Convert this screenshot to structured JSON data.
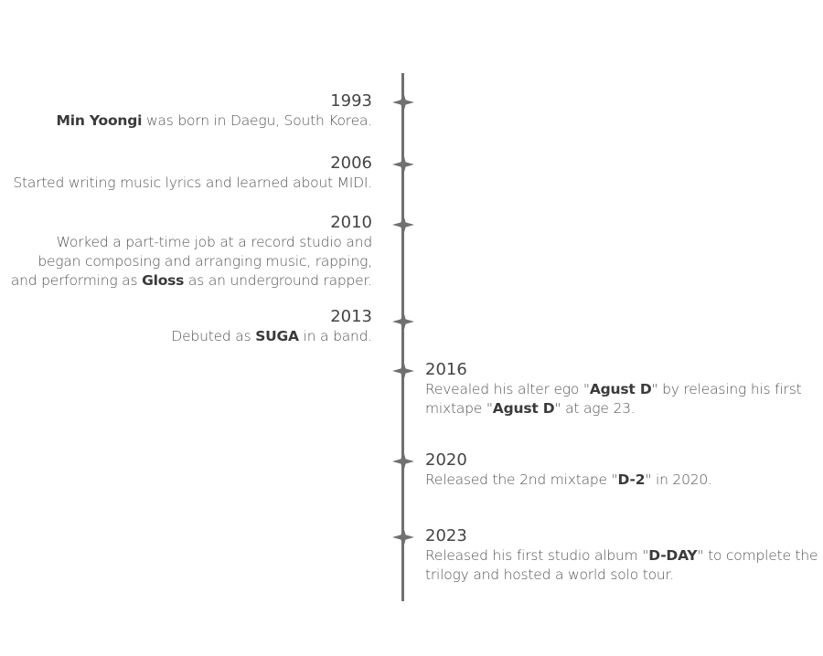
{
  "events": [
    {
      "year": "1993",
      "lines": [
        [
          {
            "text": "Min Yoongi",
            "bold": true
          },
          {
            "text": " was born in Daegu, South Korea.",
            "bold": false
          }
        ]
      ]
    },
    {
      "year": "2006",
      "lines": [
        [
          {
            "text": "Started writing music lyrics and learned about MIDI.",
            "bold": false
          }
        ]
      ]
    },
    {
      "year": "2010",
      "lines": [
        [
          {
            "text": "Worked a part-time job at a record studio and ",
            "bold": false
          }
        ],
        [
          {
            "text": "began composing and arranging music, rapping,",
            "bold": false
          }
        ],
        [
          {
            "text": "and performing as ",
            "bold": false
          },
          {
            "text": "Gloss",
            "bold": true
          },
          {
            "text": " as an underground rapper.",
            "bold": false
          }
        ]
      ]
    },
    {
      "year": "2013",
      "lines": [
        [
          {
            "text": "Debuted as ",
            "bold": false
          },
          {
            "text": "SUGA",
            "bold": true
          },
          {
            "text": " in a band.",
            "bold": false
          }
        ]
      ]
    },
    {
      "year": "2016",
      "lines": [
        [
          {
            "text": "Revealed his alter ego \"",
            "bold": false
          },
          {
            "text": "Agust D",
            "bold": true
          },
          {
            "text": "\" by releasing his first",
            "bold": false
          }
        ],
        [
          {
            "text": "mixtape \"",
            "bold": false
          },
          {
            "text": "Agust D",
            "bold": true
          },
          {
            "text": "\" at age 23.",
            "bold": false
          }
        ]
      ]
    },
    {
      "year": "2020",
      "lines": [
        [
          {
            "text": "Released the 2nd mixtape \"",
            "bold": false
          },
          {
            "text": "D-2",
            "bold": true
          },
          {
            "text": "\" in 2020.",
            "bold": false
          }
        ]
      ]
    },
    {
      "year": "2023",
      "lines": [
        [
          {
            "text": "Released his first studio album \"",
            "bold": false
          },
          {
            "text": "D-DAY",
            "bold": true
          },
          {
            "text": "\" to complete the",
            "bold": false
          }
        ],
        [
          {
            "text": "trilogy and hosted a world solo tour.",
            "bold": false
          }
        ]
      ]
    }
  ],
  "colors": {
    "axis": "#707070",
    "marker": "#707070",
    "text": "#555555",
    "highlight": "#3a3a3a"
  }
}
